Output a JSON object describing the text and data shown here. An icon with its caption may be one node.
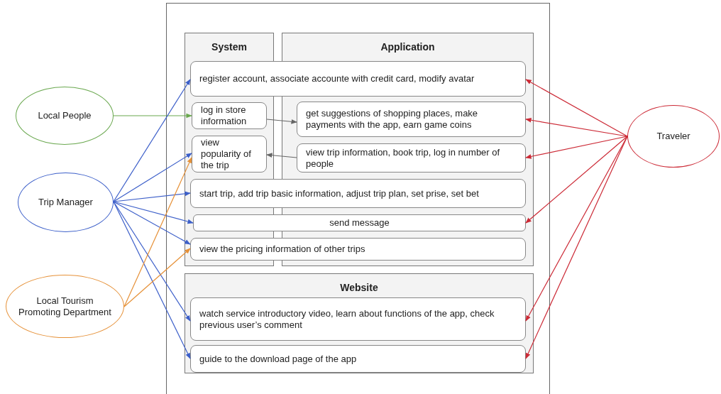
{
  "diagram": {
    "nodes": [
      {
        "text": [],
        "shape": "box"
      },
      {
        "text": [
          "System"
        ],
        "in": 0
      },
      {
        "text": [
          "Application"
        ],
        "in": 0
      },
      {
        "text": [
          "register account, associate accounte with credit card, modify avatar"
        ],
        "in": 0
      },
      {
        "text": [
          "log in store information"
        ],
        "in": 1
      },
      {
        "text": [
          "get suggestions of shopping places, make payments with the app, earn game coins"
        ],
        "in": 2
      },
      {
        "text": [
          "view popularity of the trip"
        ],
        "in": 1
      },
      {
        "text": [
          "view trip information, book trip, log in number of people"
        ],
        "in": 2
      },
      {
        "text": [
          "start trip, add trip basic information, adjust trip plan, set prise, set bet"
        ],
        "in": 0
      },
      {
        "text": [
          "send message"
        ],
        "in": 0
      },
      {
        "text": [
          "view the pricing information of other trips"
        ],
        "in": 0
      },
      {
        "text": [
          "Website"
        ],
        "in": 0
      },
      {
        "text": [
          "watch service introductory video, learn about functions of the app, check previous user’s comment"
        ],
        "in": 11
      },
      {
        "text": [
          "guide to the download page of the app"
        ],
        "in": 11
      },
      {
        "text": [
          "Local People"
        ]
      },
      {
        "text": [
          "Trip Manager"
        ]
      },
      {
        "text": [
          "Local Tourism Promoting Department"
        ]
      },
      {
        "text": [
          "Traveler"
        ]
      }
    ],
    "edges": [
      {
        "from": 14,
        "to": 4,
        "arrow": "to",
        "color": "#6aa84f"
      },
      {
        "from": 15,
        "to": 3,
        "arrow": "to",
        "color": "#3c5fc9"
      },
      {
        "from": 15,
        "to": 6,
        "arrow": "to",
        "color": "#3c5fc9"
      },
      {
        "from": 15,
        "to": 8,
        "arrow": "to",
        "color": "#3c5fc9"
      },
      {
        "from": 15,
        "to": 9,
        "arrow": "to",
        "color": "#3c5fc9"
      },
      {
        "from": 15,
        "to": 10,
        "arrow": "to",
        "color": "#3c5fc9"
      },
      {
        "from": 15,
        "to": 12,
        "arrow": "to",
        "color": "#3c5fc9"
      },
      {
        "from": 15,
        "to": 13,
        "arrow": "to",
        "color": "#3c5fc9"
      },
      {
        "from": 16,
        "to": 6,
        "arrow": "to",
        "color": "#e69138"
      },
      {
        "from": 16,
        "to": 10,
        "arrow": "to",
        "color": "#e69138"
      },
      {
        "from": 17,
        "to": 3,
        "arrow": "to",
        "color": "#cc2a36"
      },
      {
        "from": 17,
        "to": 5,
        "arrow": "to",
        "color": "#cc2a36"
      },
      {
        "from": 17,
        "to": 7,
        "arrow": "to",
        "color": "#cc2a36"
      },
      {
        "from": 17,
        "to": 9,
        "arrow": "to",
        "color": "#cc2a36"
      },
      {
        "from": 17,
        "to": 12,
        "arrow": "to",
        "color": "#cc2a36"
      },
      {
        "from": 17,
        "to": 13,
        "arrow": "to",
        "color": "#cc2a36"
      },
      {
        "from": 4,
        "to": 5,
        "arrow": "to",
        "color": "#666666"
      },
      {
        "from": 7,
        "to": 6,
        "arrow": "to",
        "color": "#666666"
      }
    ]
  }
}
